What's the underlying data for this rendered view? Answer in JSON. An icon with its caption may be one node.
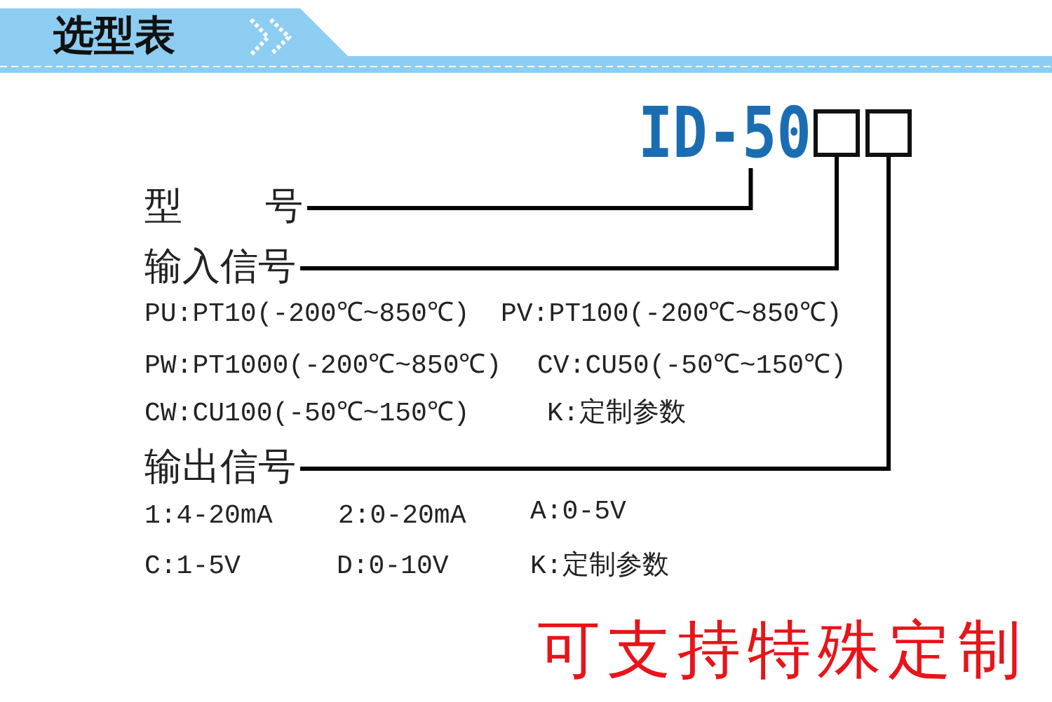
{
  "diagram": {
    "title": "选型表",
    "nodes": [
      {
        "text": [
          "ID-50"
        ]
      },
      {
        "text": [],
        "shape": "box"
      },
      {
        "text": [],
        "shape": "box"
      },
      {
        "text": [
          "型 号"
        ]
      },
      {
        "text": [
          "输入信号"
        ]
      },
      {
        "text": [
          "输出信号"
        ]
      }
    ],
    "edges": [
      {
        "from": 3,
        "to": 0,
        "arrow": "none"
      },
      {
        "from": 4,
        "to": 1,
        "arrow": "none"
      },
      {
        "from": 5,
        "to": 2,
        "arrow": "none"
      }
    ],
    "labels": [
      "PU:PT10(-200℃~850℃)",
      "PV:PT100(-200℃~850℃)",
      "PW:PT1000(-200℃~850℃)",
      "CV:CU50(-50℃~150℃)",
      "CW:CU100(-50℃~150℃)",
      "K:定制参数",
      "1:4-20mA",
      "2:0-20mA",
      "A:0-5V",
      "C:1-5V",
      "D:0-10V",
      "K:定制参数",
      "可支持特殊定制"
    ]
  }
}
